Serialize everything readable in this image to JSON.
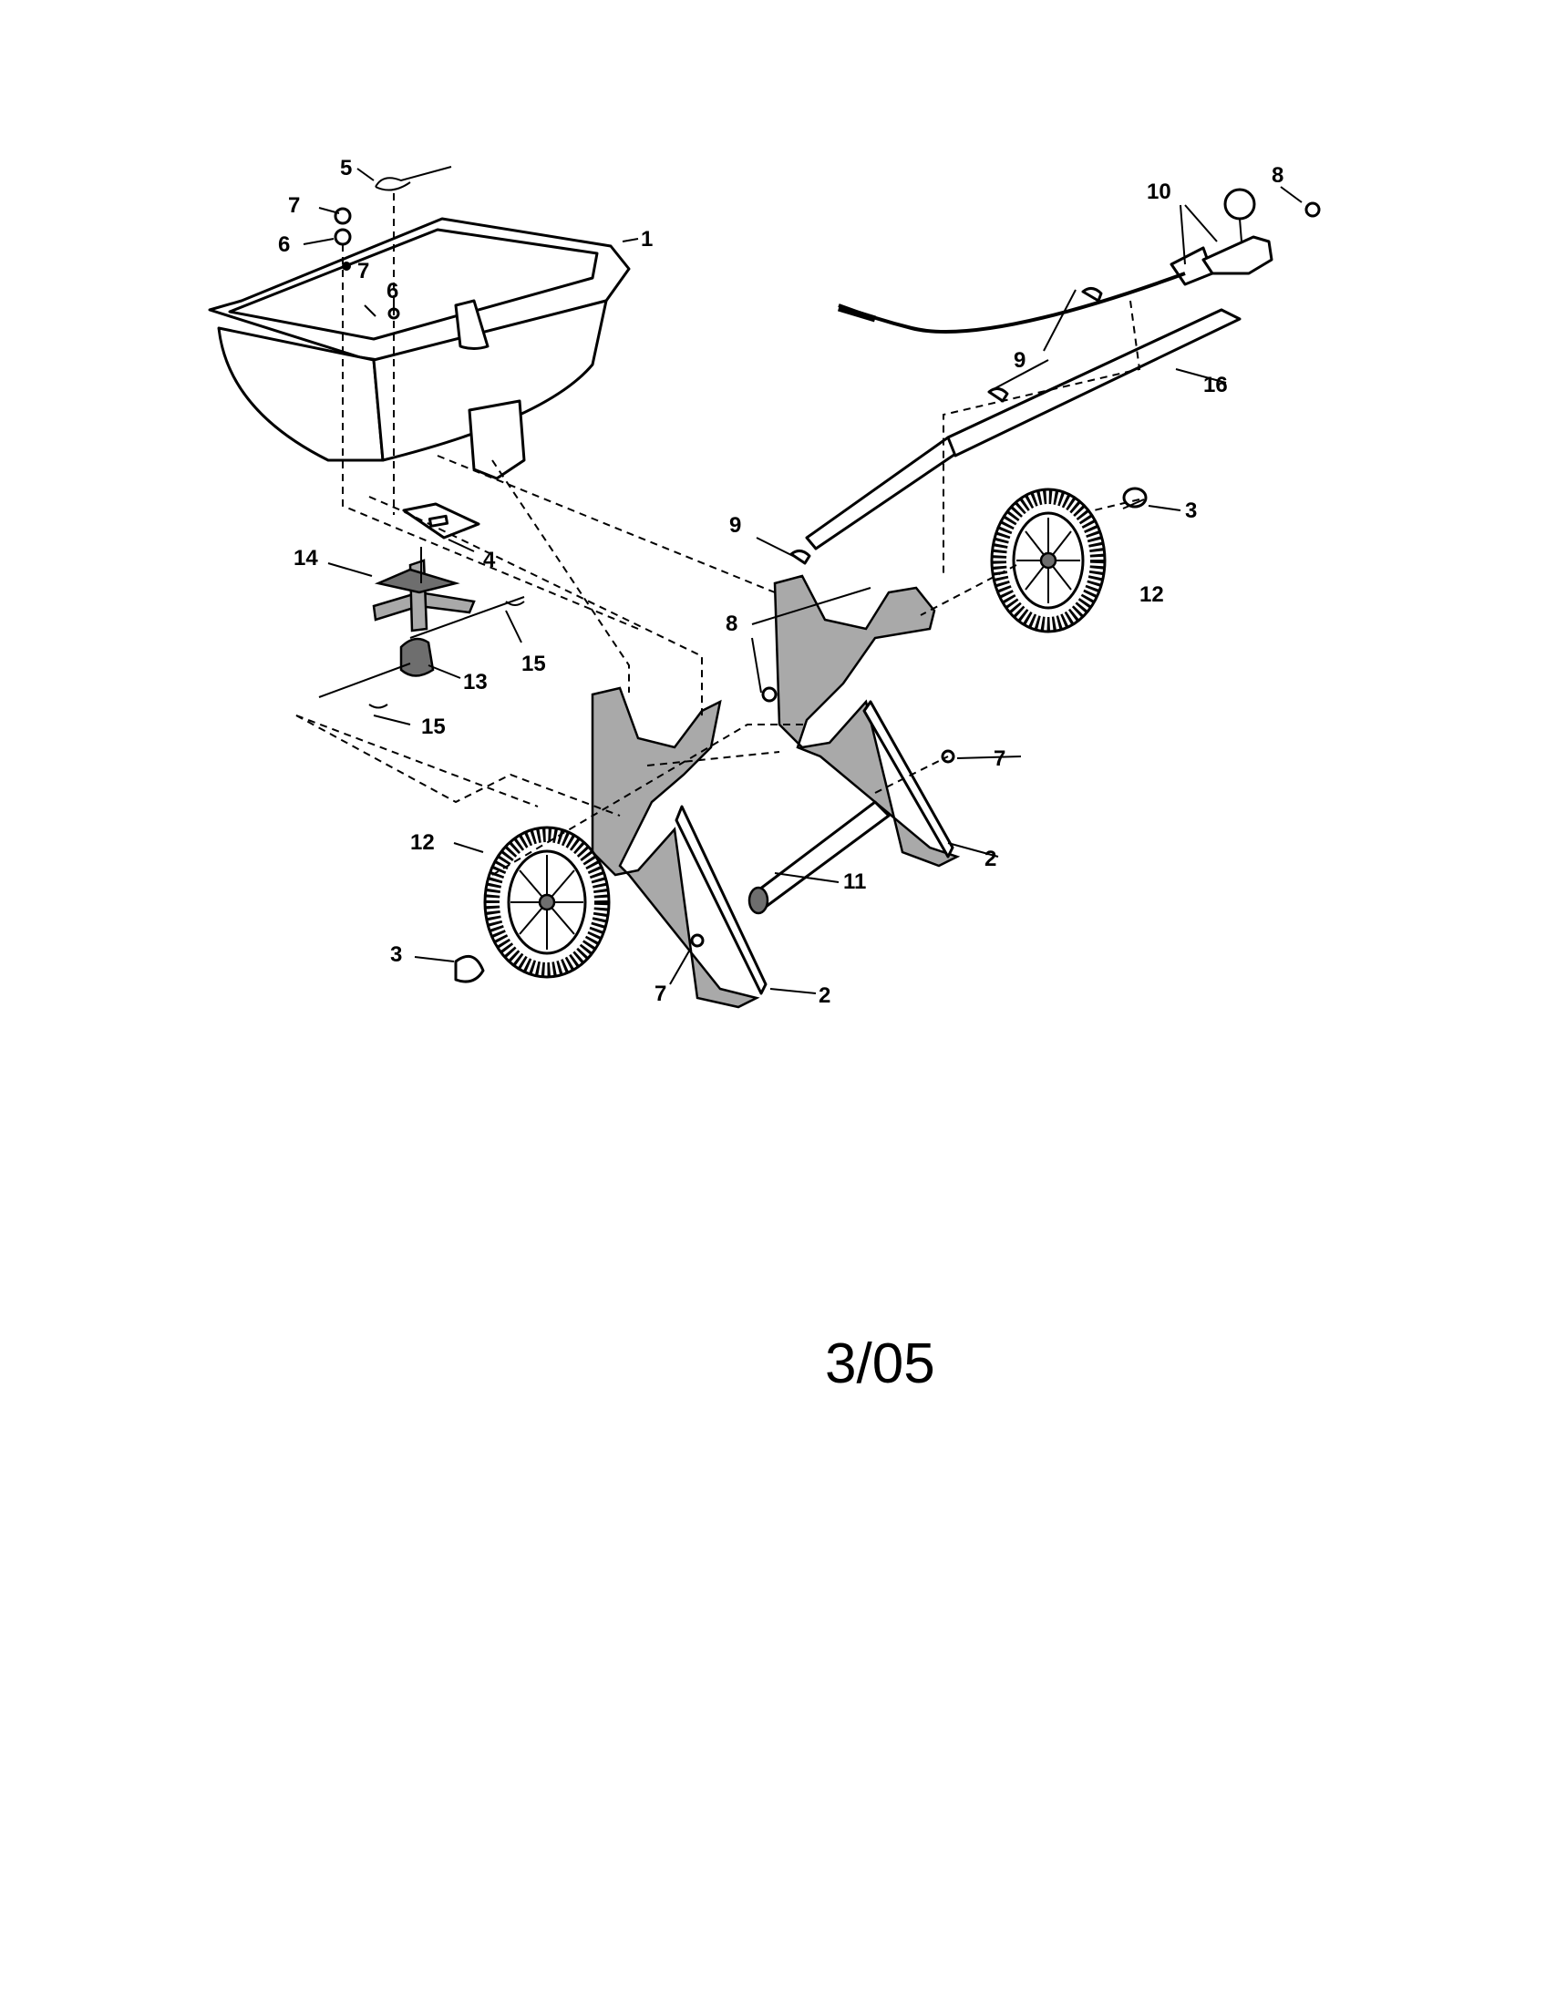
{
  "diagram": {
    "date_code": "3/05",
    "callouts": [
      {
        "id": "1",
        "text": "1"
      },
      {
        "id": "2",
        "text": "2"
      },
      {
        "id": "3",
        "text": "3"
      },
      {
        "id": "4",
        "text": "4"
      },
      {
        "id": "5",
        "text": "5"
      },
      {
        "id": "6",
        "text": "6"
      },
      {
        "id": "7",
        "text": "7"
      },
      {
        "id": "8",
        "text": "8"
      },
      {
        "id": "9",
        "text": "9"
      },
      {
        "id": "10",
        "text": "10"
      },
      {
        "id": "11",
        "text": "11"
      },
      {
        "id": "12",
        "text": "12"
      },
      {
        "id": "13",
        "text": "13"
      },
      {
        "id": "14",
        "text": "14"
      },
      {
        "id": "15",
        "text": "15"
      },
      {
        "id": "16",
        "text": "16"
      }
    ]
  }
}
